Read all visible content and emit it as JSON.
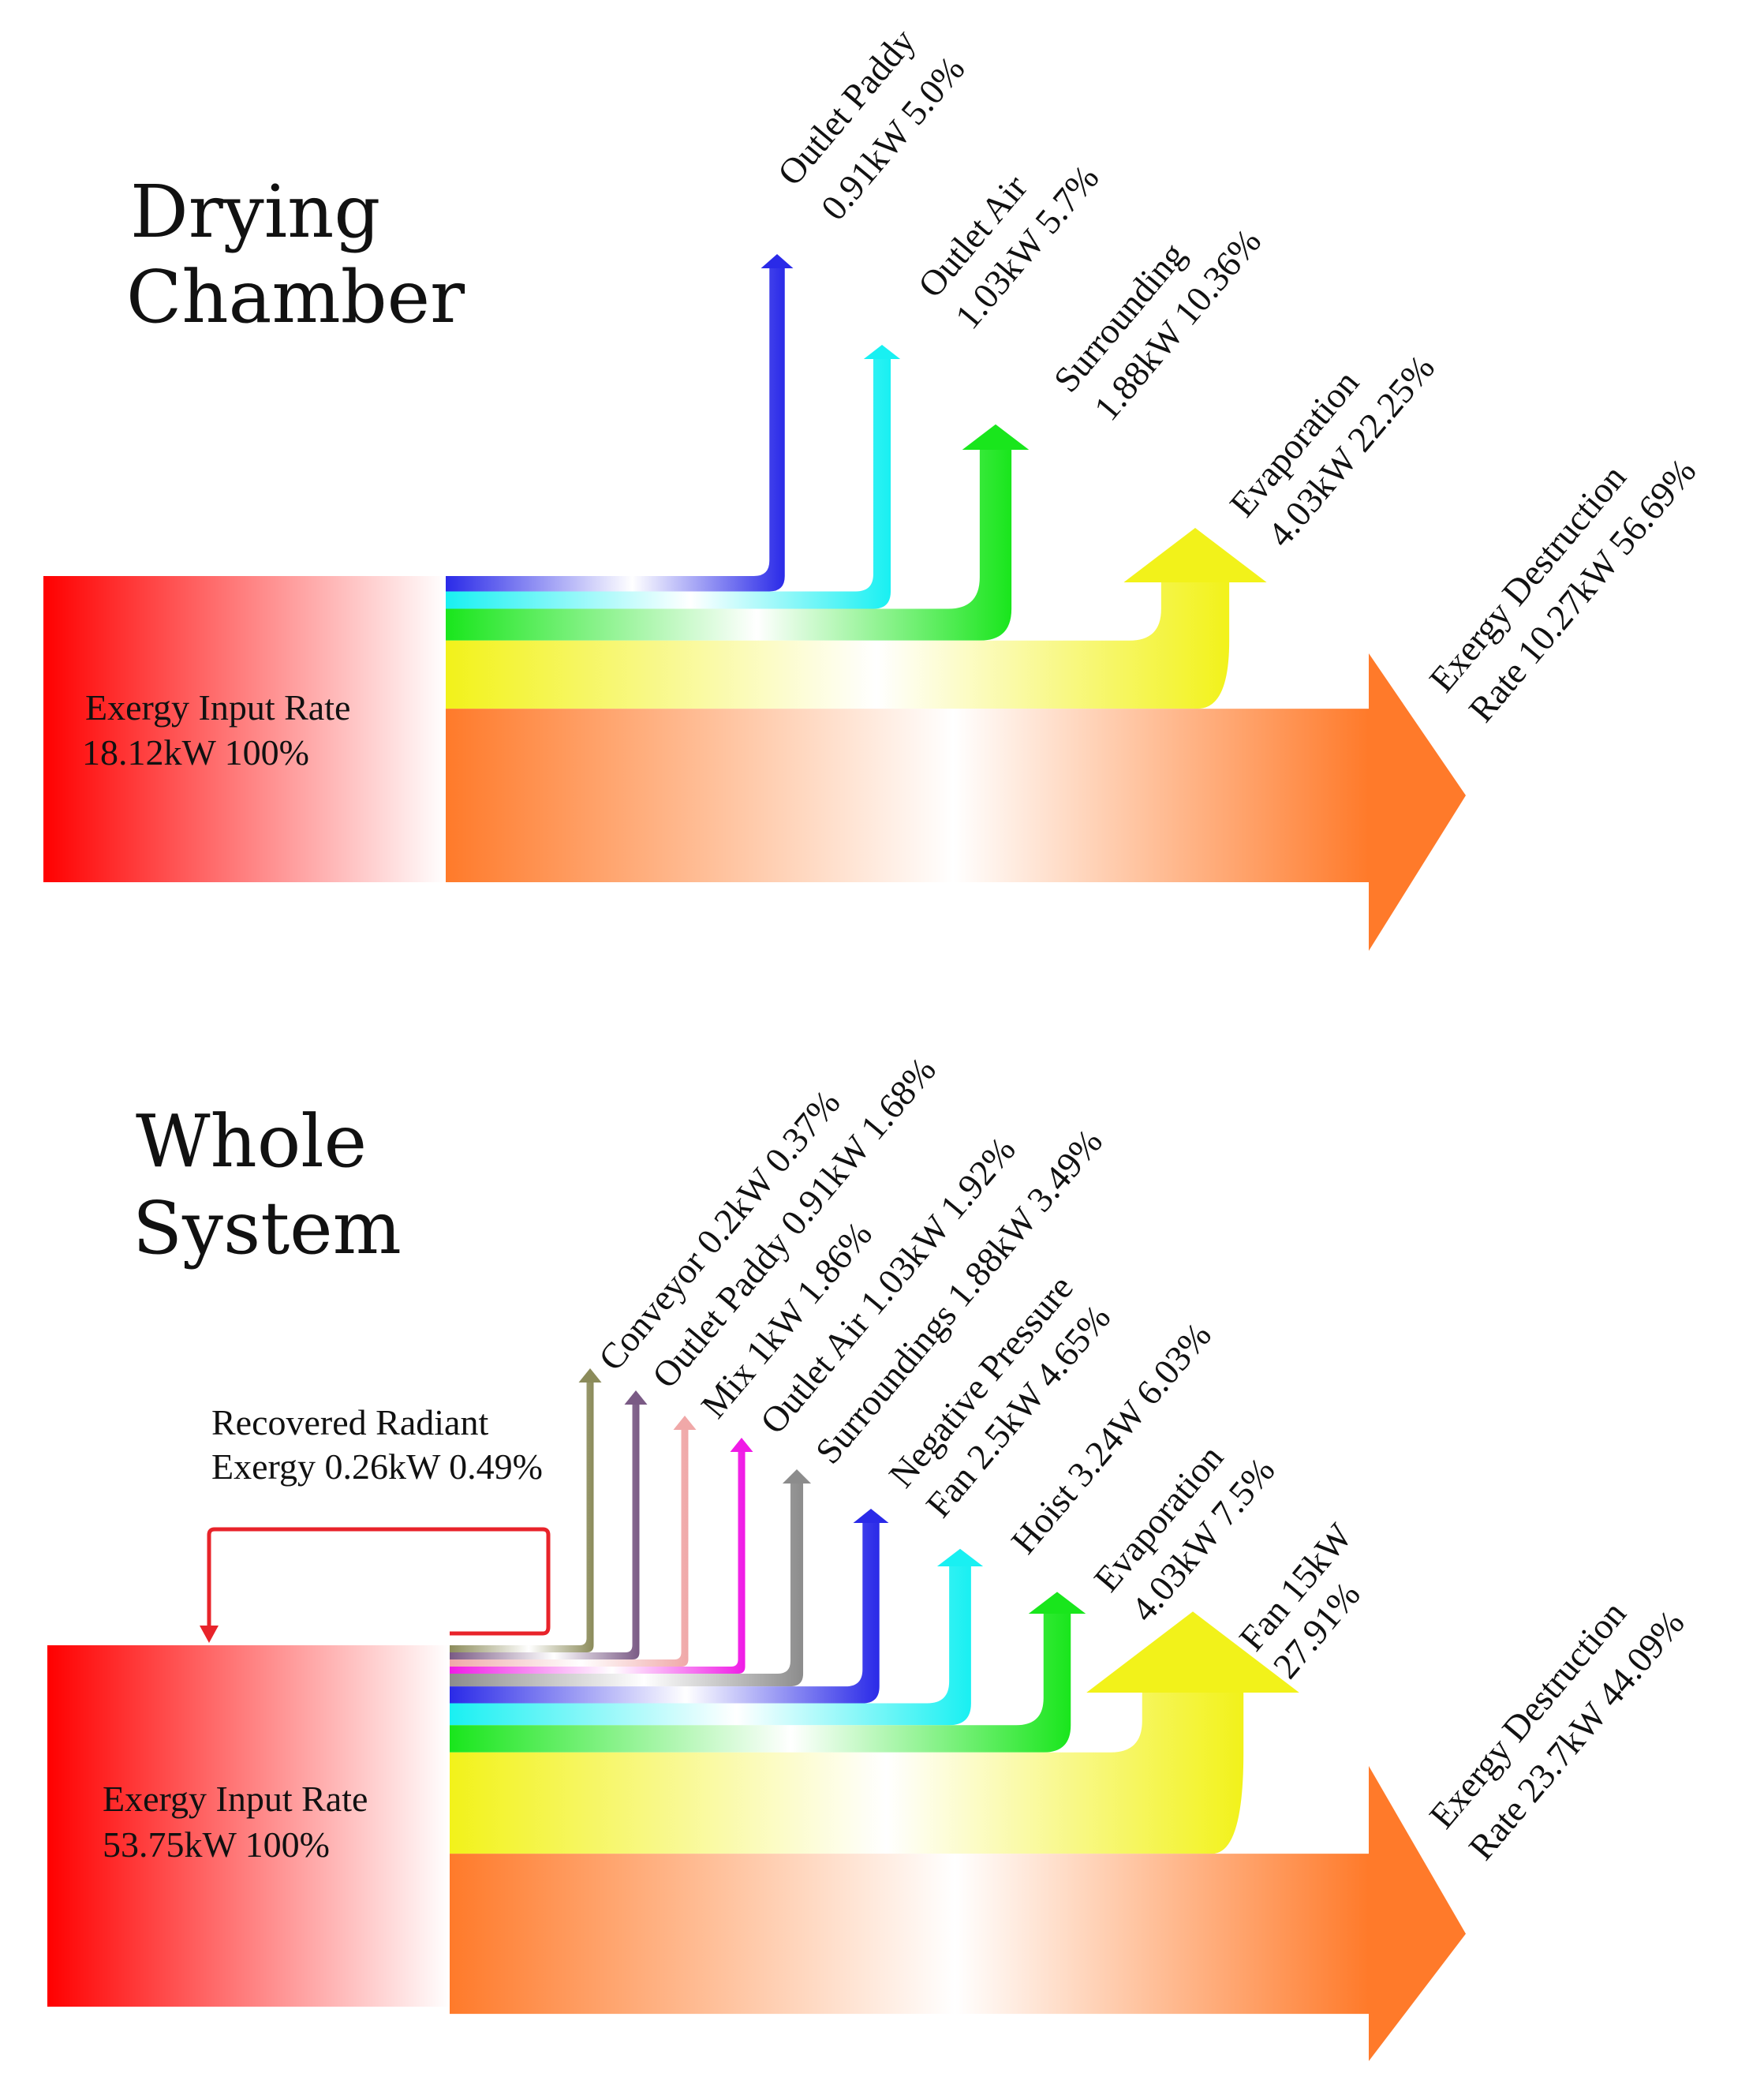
{
  "drying": {
    "title_l1": "Drying",
    "title_l2": "Chamber",
    "input": {
      "line1": "Exergy  Input Rate",
      "line2": "18.12kW   100%"
    },
    "flows": [
      {
        "id": "outlet-paddy",
        "l1": "Outlet Paddy",
        "l2": "0.91kW  5.0%",
        "color": "#2a2ae8",
        "value": 0.91
      },
      {
        "id": "outlet-air",
        "l1": "Outlet Air",
        "l2": "1.03kW  5.7%",
        "color": "#19f0f2",
        "value": 1.03
      },
      {
        "id": "surrounding",
        "l1": "Surrounding",
        "l2": "1.88kW  10.36%",
        "color": "#19e61c",
        "value": 1.88
      },
      {
        "id": "evaporation",
        "l1": "Evaporation",
        "l2": "4.03kW  22.25%",
        "color": "#f2f21a",
        "value": 4.03
      },
      {
        "id": "exergy-destruction",
        "l1": "Exergy Destruction",
        "l2": "Rate  10.27kW  56.69%",
        "color": "#ff7a2a",
        "value": 10.27
      }
    ]
  },
  "whole": {
    "title_l1": "Whole",
    "title_l2": "System",
    "input": {
      "line1": "Exergy Input Rate",
      "line2": "53.75kW   100%"
    },
    "recovered": {
      "l1": "Recovered Radiant",
      "l2": "Exergy 0.26kW   0.49%",
      "color": "#e8232a",
      "value": 0.26
    },
    "flows": [
      {
        "id": "conveyor",
        "l1": "Conveyor 0.2kW  0.37%",
        "l2": "",
        "color": "#8b8b5a",
        "value": 0.2
      },
      {
        "id": "outlet-paddy",
        "l1": "Outlet Paddy 0.91kW  1.68%",
        "l2": "",
        "color": "#7a5a85",
        "value": 0.91
      },
      {
        "id": "mix",
        "l1": "Mix 1kW  1.86%",
        "l2": "",
        "color": "#f0a8a8",
        "value": 1.0
      },
      {
        "id": "outlet-air",
        "l1": "Outlet Air 1.03kW  1.92%",
        "l2": "",
        "color": "#f01ae6",
        "value": 1.03
      },
      {
        "id": "surroundings",
        "l1": "Surroundings 1.88kW  3.49%",
        "l2": "",
        "color": "#8c8c8c",
        "value": 1.88
      },
      {
        "id": "negative-pressure-fan",
        "l1": "Negative Pressure",
        "l2": "Fan 2.5kW  4.65%",
        "color": "#2a2ae8",
        "value": 2.5
      },
      {
        "id": "hoist",
        "l1": "Hoist 3.24W  6.03%",
        "l2": "",
        "color": "#19f0f2",
        "value": 3.24
      },
      {
        "id": "evaporation",
        "l1": "Evaporation",
        "l2": "4.03kW  7.5%",
        "color": "#19e61c",
        "value": 4.03
      },
      {
        "id": "fan",
        "l1": "Fan 15kW",
        "l2": "27.91%",
        "color": "#f2f21a",
        "value": 15
      },
      {
        "id": "exergy-destruction",
        "l1": "Exergy Destruction",
        "l2": "Rate  23.7kW  44.09%",
        "color": "#ff7a2a",
        "value": 23.7
      }
    ]
  }
}
